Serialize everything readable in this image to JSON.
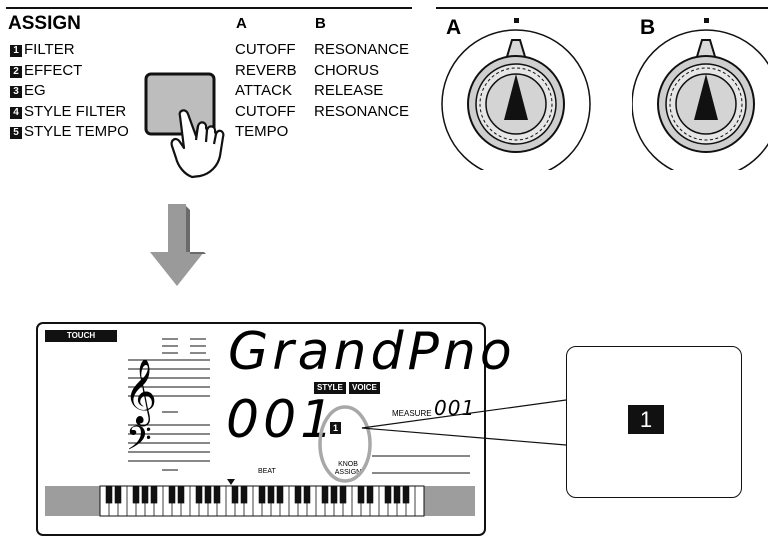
{
  "assign": {
    "title": "ASSIGN",
    "col_a_header": "A",
    "col_b_header": "B",
    "rows": [
      {
        "num": "1",
        "label": "FILTER",
        "a": "CUTOFF",
        "b": "RESONANCE"
      },
      {
        "num": "2",
        "label": "EFFECT",
        "a": "REVERB",
        "b": "CHORUS"
      },
      {
        "num": "3",
        "label": "EG",
        "a": "ATTACK",
        "b": "RELEASE"
      },
      {
        "num": "4",
        "label": "STYLE FILTER",
        "a": "CUTOFF",
        "b": "RESONANCE"
      },
      {
        "num": "5",
        "label": "STYLE TEMPO",
        "a": "TEMPO",
        "b": ""
      }
    ]
  },
  "knobs": {
    "a_label": "A",
    "b_label": "B"
  },
  "display": {
    "touch_label": "TOUCH",
    "voice_name": "GrandPno",
    "style_label": "STYLE",
    "voice_label": "VOICE",
    "number": "001",
    "measure_label": "MEASURE",
    "measure_value": "001",
    "knob_assign_number": "1",
    "knob_assign_label_1": "KNOB",
    "knob_assign_label_2": "ASSIGN",
    "beat_label": "BEAT"
  },
  "callout": {
    "value": "1"
  }
}
